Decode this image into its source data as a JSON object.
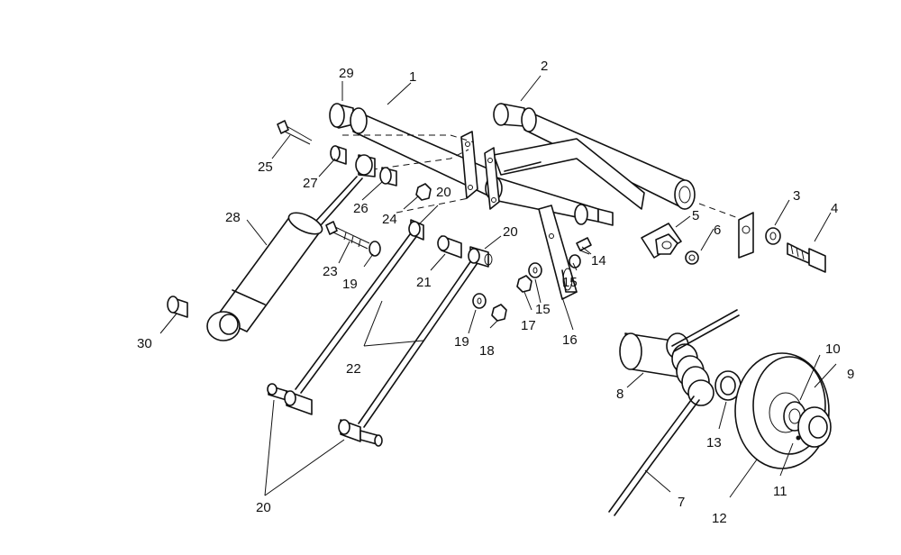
{
  "diagram": {
    "callouts": [
      "1",
      "2",
      "3",
      "4",
      "5",
      "6",
      "7",
      "8",
      "9",
      "10",
      "11",
      "12",
      "13",
      "14",
      "15",
      "15",
      "16",
      "17",
      "18",
      "19",
      "19",
      "20",
      "20",
      "20",
      "21",
      "22",
      "23",
      "24",
      "25",
      "26",
      "27",
      "28",
      "29",
      "30"
    ]
  }
}
